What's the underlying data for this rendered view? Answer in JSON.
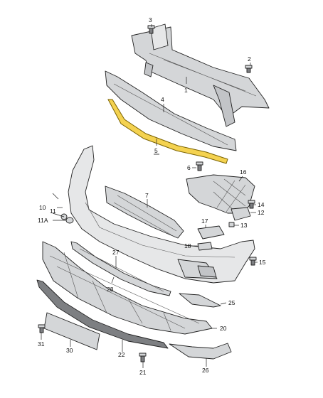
{
  "labels": {
    "p1": "1",
    "p2": "2",
    "p3": "3",
    "p4": "4",
    "p5": "5",
    "p6": "6",
    "p7": "7",
    "p10": "10",
    "p11": "11",
    "p11a": "11A",
    "p12": "12",
    "p13": "13",
    "p14": "14",
    "p15": "15",
    "p16": "16",
    "p17": "17",
    "p18": "18",
    "p20": "20",
    "p21": "21",
    "p22": "22",
    "p25": "25",
    "p26": "26",
    "p27": "27",
    "p28": "28",
    "p30": "30",
    "p31": "31"
  },
  "colors": {
    "highlight": "#f4d250",
    "part_fill": "#d4d6d8",
    "outline": "#222222"
  }
}
